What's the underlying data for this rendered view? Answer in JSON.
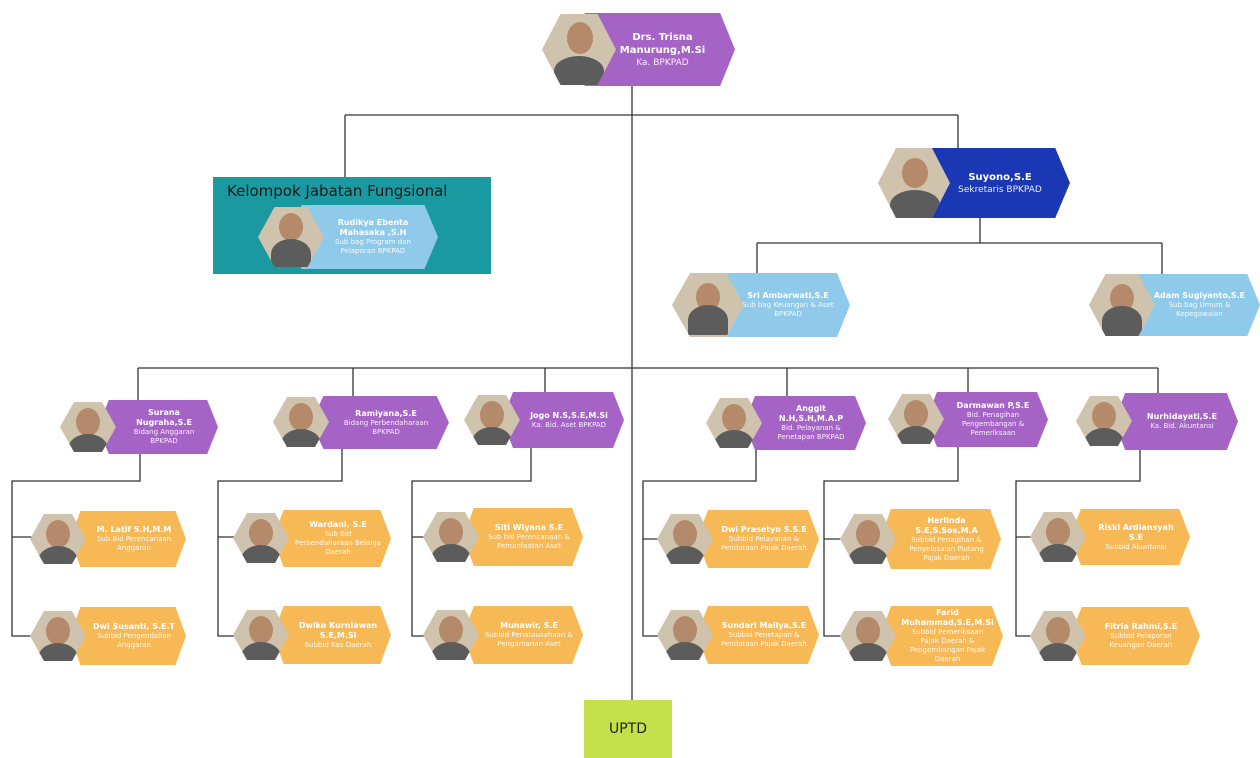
{
  "colors": {
    "purple": "#a663c6",
    "orange": "#f7b955",
    "light_blue": "#8fcaeb",
    "navy": "#1a38b4",
    "teal": "#1a9aa0",
    "lime": "#c6e04b",
    "line": "#333333"
  },
  "head": {
    "name": "Drs. Trisna Manurung,M.Si",
    "role": "Ka. BPKPAD"
  },
  "fungsional": {
    "title": "Kelompok Jabatan Fungsional",
    "name": "Rudikya Ebenta Mahasaka ,S.H",
    "role": "Sub bag Program dan Pelaporan BPKPAD"
  },
  "sekretaris": {
    "name": "Suyono,S.E",
    "role": "Sekretaris BPKPAD"
  },
  "sub_sekretaris": [
    {
      "name": "Sri Ambarwati,S.E",
      "role": "Sub bag Keuangan & Aset BPKPAD"
    },
    {
      "name": "Adam Sugiyanto,S.E",
      "role": "Sub.bag Umum & Kepegawaian"
    }
  ],
  "bidang": [
    {
      "name": "Surana Nugraha,S.E",
      "role": "Bidang Anggaran BPKPAD"
    },
    {
      "name": "Ramiyana,S.E",
      "role": "Bidang Perbendaharaan BPKPAD"
    },
    {
      "name": "Jogo N.S,S.E,M.Si",
      "role": "Ka. Bid. Aset BPKPAD"
    },
    {
      "name": "Anggit N.H,S.H,M.A.P",
      "role": "Bid. Pelayanan & Penetapan BPKPAD"
    },
    {
      "name": "Darmawan P,S.E",
      "role": "Bid. Penagihan Pengembangan & Pemeriksaan"
    },
    {
      "name": "Nurhidayati,S.E",
      "role": "Ka. Bid. Akuntansi"
    }
  ],
  "kasubid": [
    [
      {
        "name": "M. Latif S.H,M.M",
        "role": "Sub Bid Perencanaan Anggaran"
      },
      {
        "name": "Dwi Susanti, S.E.T",
        "role": "Subbid Pengendalian Anggaran"
      }
    ],
    [
      {
        "name": "Wardani, S.E",
        "role": "Sub Bid Perbendaharaan Belanja Daerah"
      },
      {
        "name": "Dwiko Kurniawan S.E,M.Si",
        "role": "Subbid Kas Daerah"
      }
    ],
    [
      {
        "name": "Siti Wiyana S.E",
        "role": "Sub bid Perencanaan & Pemanfaatan Aset"
      },
      {
        "name": "Munawir, S.E",
        "role": "Subbid Penatausahaan & Pengamanan Aset"
      }
    ],
    [
      {
        "name": "Dwi Prasetyo S.S.E",
        "role": "Subbid Pelayanan & Pendataan Pajak Daerah"
      },
      {
        "name": "Sundari Mailya,S.E",
        "role": "Subbid Penetapan & Pendataan Pajak Daerah"
      }
    ],
    [
      {
        "name": "Herlinda S.E,S.Sos,M.A",
        "role": "Subbid Penagihan & Penyelesaian Piutang Pajak Daerah"
      },
      {
        "name": "Farid Muhammad,S.E,M.Si",
        "role": "Subbid Pemeriksaan Pajak Daerah & Pengembangan Pajak Daerah"
      }
    ],
    [
      {
        "name": "Riski Ardiansyah S.E",
        "role": "Subbid Akuntansi"
      },
      {
        "name": "Fitria Rahmi,S.E",
        "role": "Subbid Pelaporan Keuangan Daerah"
      }
    ]
  ],
  "uptd": {
    "label": "UPTD"
  }
}
